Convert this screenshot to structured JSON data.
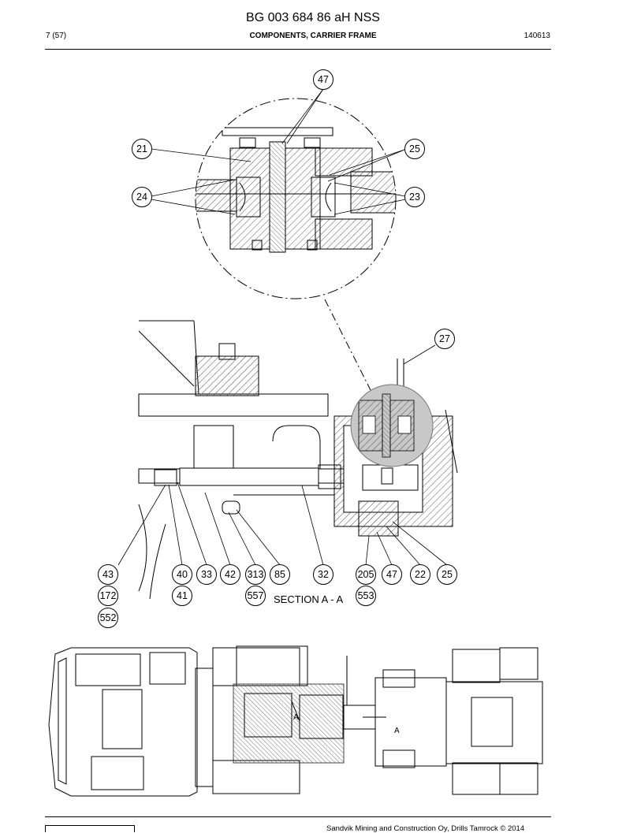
{
  "header": {
    "doc_title": "BG 003 684 86 aH NSS",
    "page": "7 (57)",
    "section": "COMPONENTS, CARRIER FRAME",
    "code": "140613"
  },
  "balloons": {
    "b47a": "47",
    "b21": "21",
    "b25a": "25",
    "b24": "24",
    "b23": "23",
    "b27": "27",
    "b43": "43",
    "b172": "172",
    "b552": "552",
    "b40": "40",
    "b41": "41",
    "b33": "33",
    "b42": "42",
    "b313": "313",
    "b557": "557",
    "b85": "85",
    "b32": "32",
    "b205": "205",
    "b553": "553",
    "b47b": "47",
    "b22": "22",
    "b25b": "25"
  },
  "section_label": "SECTION A - A",
  "view_marks": {
    "a1": "A",
    "a2": "A"
  },
  "footer": {
    "company": "Sandvik Mining and Construction Oy, Drills Tamrock © 2014"
  }
}
